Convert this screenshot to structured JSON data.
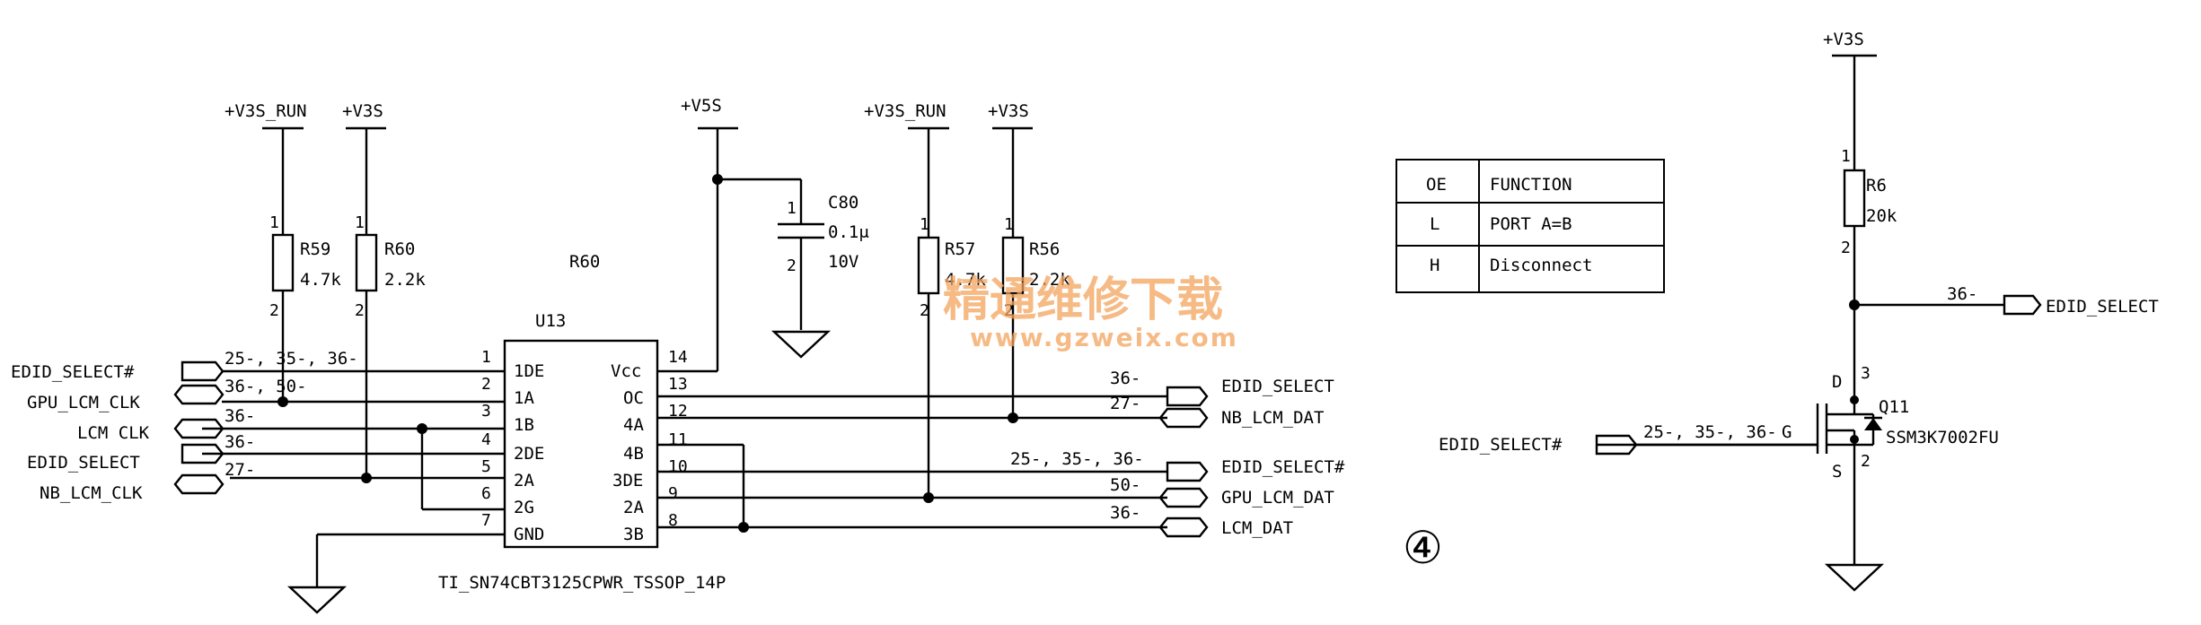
{
  "rails": {
    "v3s_run_1": "+V3S_RUN",
    "v3s_1": "+V3S",
    "v5s": "+V5S",
    "v3s_run_2": "+V3S_RUN",
    "v3s_2": "+V3S",
    "v3s_right": "+V3S"
  },
  "resistors": {
    "r59": {
      "ref": "R59",
      "value": "4.7k",
      "pin1": "1",
      "pin2": "2"
    },
    "r60": {
      "ref": "R60",
      "value": "2.2k",
      "pin1": "1",
      "pin2": "2"
    },
    "r57": {
      "ref": "R57",
      "value": "4.7k",
      "pin1": "1",
      "pin2": "2"
    },
    "r56": {
      "ref": "R56",
      "value": "2.2k",
      "pin1": "1",
      "pin2": "2"
    },
    "r6": {
      "ref": "R6",
      "value": "20k",
      "pin1": "1",
      "pin2": "2"
    }
  },
  "capacitor": {
    "ref": "C80",
    "value": "0.1μ",
    "voltage": "10V",
    "pin1": "1",
    "pin2": "2"
  },
  "ic": {
    "ref": "U13",
    "extra_label": "R60",
    "part": "TI_SN74CBT3125CPWR_TSSOP_14P",
    "left_pins": [
      {
        "num": "1",
        "name": "1DE"
      },
      {
        "num": "2",
        "name": "1A"
      },
      {
        "num": "3",
        "name": "1B"
      },
      {
        "num": "4",
        "name": "2DE"
      },
      {
        "num": "5",
        "name": "2A"
      },
      {
        "num": "6",
        "name": "2G"
      },
      {
        "num": "7",
        "name": "GND"
      }
    ],
    "right_pins": [
      {
        "num": "14",
        "name": "Vcc"
      },
      {
        "num": "13",
        "name": "OC"
      },
      {
        "num": "12",
        "name": "4A"
      },
      {
        "num": "11",
        "name": "4B"
      },
      {
        "num": "10",
        "name": "3DE"
      },
      {
        "num": "9",
        "name": "2A"
      },
      {
        "num": "8",
        "name": "3B"
      }
    ]
  },
  "left_ports": [
    {
      "name": "EDID_SELECT#",
      "xref": "25-, 35-, 36-"
    },
    {
      "name": "GPU_LCM_CLK",
      "xref": "36-, 50-"
    },
    {
      "name": "LCM CLK",
      "xref": "36-"
    },
    {
      "name": "EDID_SELECT",
      "xref": "36-"
    },
    {
      "name": "NB_LCM_CLK",
      "xref": "27-"
    }
  ],
  "right_ports": [
    {
      "name": "EDID_SELECT",
      "xref": "36-"
    },
    {
      "name": "NB_LCM_DAT",
      "xref": "27-"
    },
    {
      "name": "EDID_SELECT#",
      "xref": "25-, 35-, 36-"
    },
    {
      "name": "GPU_LCM_DAT",
      "xref": "50-"
    },
    {
      "name": "LCM_DAT",
      "xref": "36-"
    }
  ],
  "truth_table": {
    "headers": [
      "OE",
      "FUNCTION"
    ],
    "rows": [
      [
        "L",
        "PORT A=B"
      ],
      [
        "H",
        "Disconnect"
      ]
    ]
  },
  "right_circuit": {
    "out_port": {
      "name": "EDID_SELECT",
      "xref": "36-"
    },
    "in_port": {
      "name": "EDID_SELECT#",
      "xref": "25-, 35-, 36-",
      "gate": "G"
    },
    "transistor": {
      "ref": "Q11",
      "part": "SSM3K7002FU",
      "drain": "D",
      "source": "S",
      "pin_d": "3",
      "pin_s": "2"
    }
  },
  "marker": "④",
  "watermark": {
    "cn": "精通维修下载",
    "url": "www.gzweix.com"
  }
}
